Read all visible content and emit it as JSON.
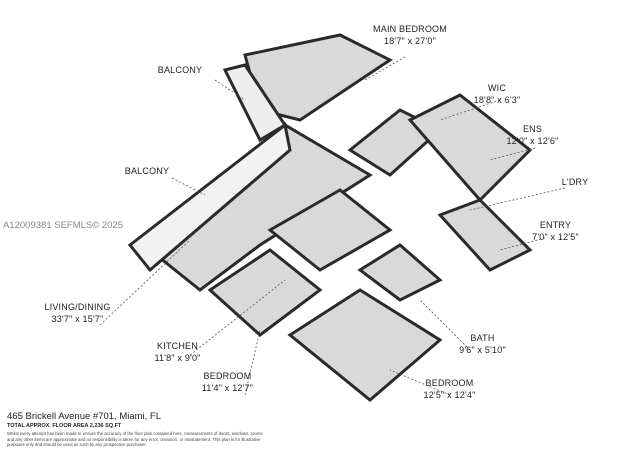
{
  "rooms": [
    {
      "name": "MAIN BEDROOM",
      "dims": "18'7\" x 27'0\""
    },
    {
      "name": "BALCONY",
      "dims": ""
    },
    {
      "name": "WIC",
      "dims": "18'8\" x 6'3\""
    },
    {
      "name": "ENS",
      "dims": "12'0\" x 12'6\""
    },
    {
      "name": "BALCONY",
      "dims": ""
    },
    {
      "name": "L'DRY",
      "dims": ""
    },
    {
      "name": "ENTRY",
      "dims": "7'0\" x 12'5\""
    },
    {
      "name": "LIVING/DINING",
      "dims": "33'7\" x 15'7\""
    },
    {
      "name": "KITCHEN",
      "dims": "11'8\" x 9'0\""
    },
    {
      "name": "BATH",
      "dims": "9'6\" x 5'10\""
    },
    {
      "name": "BEDROOM",
      "dims": "11'4\" x 12'7\""
    },
    {
      "name": "BEDROOM",
      "dims": "12'5\" x 12'4\""
    }
  ],
  "footer": {
    "address": "465 Brickell Avenue #701, Miami, FL",
    "area": "TOTAL APPROX. FLOOR AREA 2,236 SQ.FT",
    "disclaimer": "Whilst every attempt has been made to ensure the accuracy of the floor plan contained here, measurements of doors, windows, rooms and any other items are approximate and no responsibility is taken for any error, omission, or misstatement. This plan is for illustrative purposes only and should be used as such by any prospective purchaser."
  },
  "watermark": "A12009381  SEFMLS© 2025"
}
